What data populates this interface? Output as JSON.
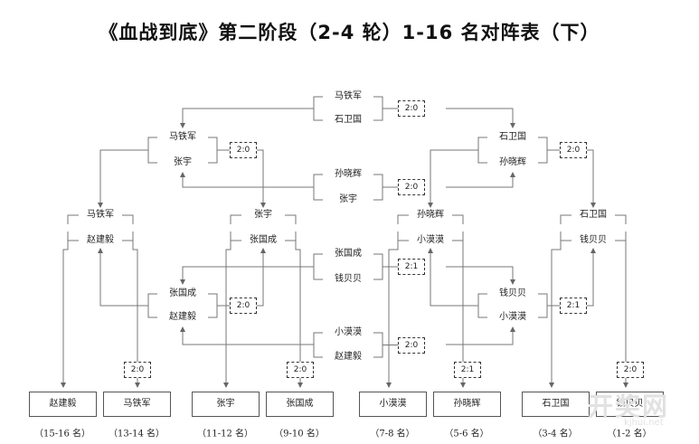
{
  "title": "《血战到底》第二阶段（2-4 轮）1-16 名对阵表（下）",
  "matches": {
    "r2a": {
      "top": "马铁军",
      "bottom": "石卫国",
      "score": "2:0"
    },
    "r2b": {
      "top": "孙晓辉",
      "bottom": "张宇",
      "score": "2:0"
    },
    "r2c": {
      "top": "张国成",
      "bottom": "钱贝贝",
      "score": "2:1"
    },
    "r2d": {
      "top": "小漠漠",
      "bottom": "赵建毅",
      "score": "2:0"
    },
    "r3a": {
      "top": "马铁军",
      "bottom": "张宇",
      "score": "2:0"
    },
    "r3b": {
      "top": "石卫国",
      "bottom": "孙晓辉",
      "score": "2:0"
    },
    "r3c": {
      "top": "张国成",
      "bottom": "赵建毅",
      "score": "2:0"
    },
    "r3d": {
      "top": "钱贝贝",
      "bottom": "小漠漠",
      "score": "2:1"
    },
    "r4a": {
      "top": "马铁军",
      "bottom": "赵建毅",
      "score": "2:0"
    },
    "r4b": {
      "top": "张宇",
      "bottom": "张国成",
      "score": "2:0"
    },
    "r4c": {
      "top": "孙晓辉",
      "bottom": "小漠漠",
      "score": "2:1"
    },
    "r4d": {
      "top": "石卫国",
      "bottom": "钱贝贝",
      "score": "2:0"
    }
  },
  "results": [
    {
      "name": "赵建毅",
      "rank": "（15-16 名）"
    },
    {
      "name": "马铁军",
      "rank": "（13-14 名）"
    },
    {
      "name": "张宇",
      "rank": "（11-12 名）"
    },
    {
      "name": "张国成",
      "rank": "（9-10 名）"
    },
    {
      "name": "小漠漠",
      "rank": "（7-8 名）"
    },
    {
      "name": "孙晓辉",
      "rank": "（5-6 名）"
    },
    {
      "name": "石卫国",
      "rank": "（3-4 名）"
    },
    {
      "name": "钱贝贝",
      "rank": "（1-2 名）"
    }
  ],
  "watermark": {
    "main": "开奖网",
    "sub": "kjhui.net"
  }
}
